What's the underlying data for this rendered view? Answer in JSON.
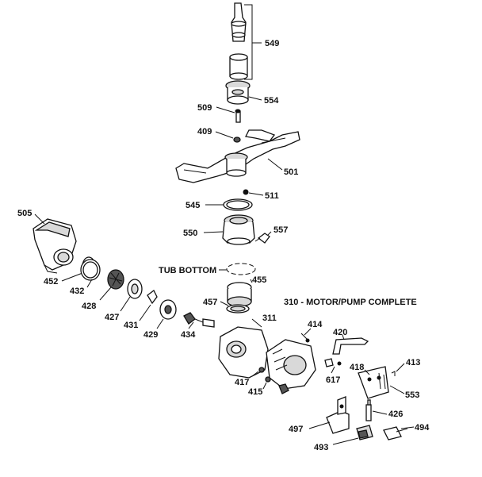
{
  "labels": {
    "l549": "549",
    "l554": "554",
    "l509": "509",
    "l409": "409",
    "l501": "501",
    "l511": "511",
    "l545": "545",
    "l550": "550",
    "l557": "557",
    "l505": "505",
    "l452": "452",
    "l432": "432",
    "l428": "428",
    "l427": "427",
    "l431": "431",
    "l429": "429",
    "l434": "434",
    "tub_bottom": "TUB BOTTOM",
    "l455": "455",
    "l457": "457",
    "l311": "311",
    "motor_pump": "310 - MOTOR/PUMP COMPLETE",
    "l414": "414",
    "l420": "420",
    "l417": "417",
    "l415": "415",
    "l617": "617",
    "l418": "418",
    "l413": "413",
    "l553": "553",
    "l426": "426",
    "l497": "497",
    "l494": "494",
    "l493": "493"
  }
}
